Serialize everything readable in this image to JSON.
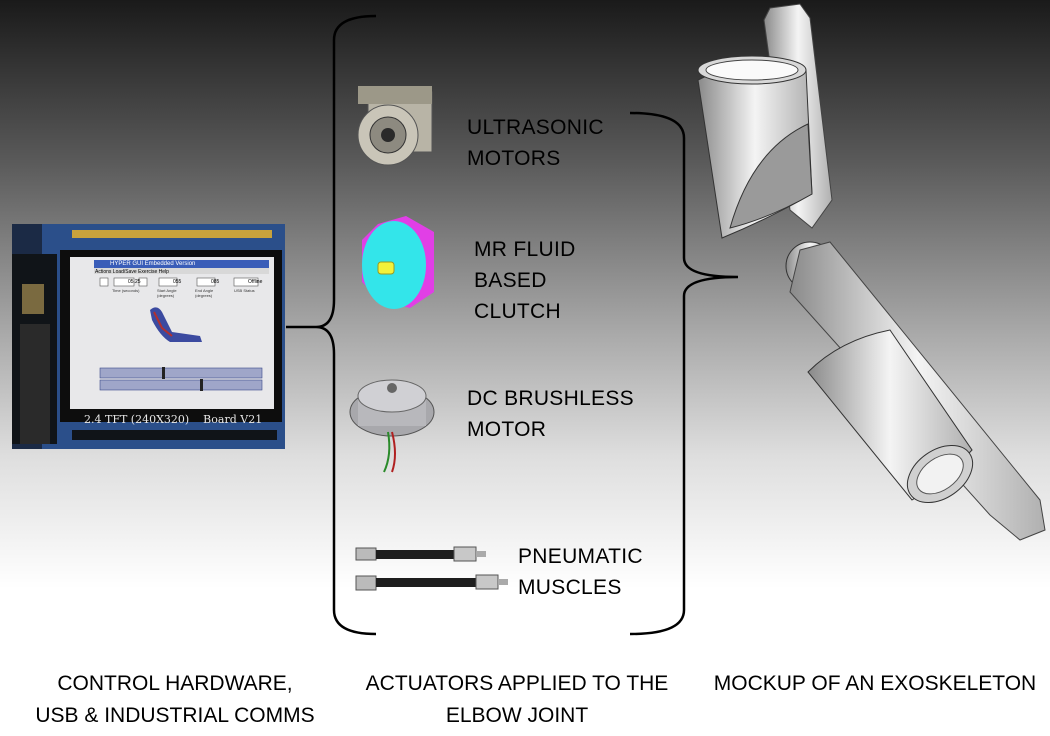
{
  "actuators": {
    "ultrasonic": [
      "ULTRASONIC",
      "MOTORS"
    ],
    "mr_fluid": [
      "MR FLUID",
      "BASED",
      "CLUTCH"
    ],
    "dc_brushless": [
      "DC BRUSHLESS",
      "MOTOR"
    ],
    "pneumatic": [
      "PNEUMATIC",
      "MUSCLES"
    ]
  },
  "board": {
    "window_title": "HYPER GUI Embedded Version",
    "menu": "Actions  Load/Save Exercise  Help",
    "fields": [
      "05.25",
      "055",
      "085",
      "Offline"
    ],
    "field_labels": [
      "Time (seconds)",
      "Start Angle (degrees)",
      "End Angle (degrees)",
      "USB Status"
    ],
    "silkscreen": "2.4 TFT (240X320)    Board V21"
  },
  "captions": {
    "left": [
      "CONTROL HARDWARE,",
      "USB & INDUSTRIAL COMMS"
    ],
    "center": [
      "ACTUATORS APPLIED TO THE",
      "ELBOW JOINT"
    ],
    "right": "MOCKUP OF AN EXOSKELETON"
  }
}
